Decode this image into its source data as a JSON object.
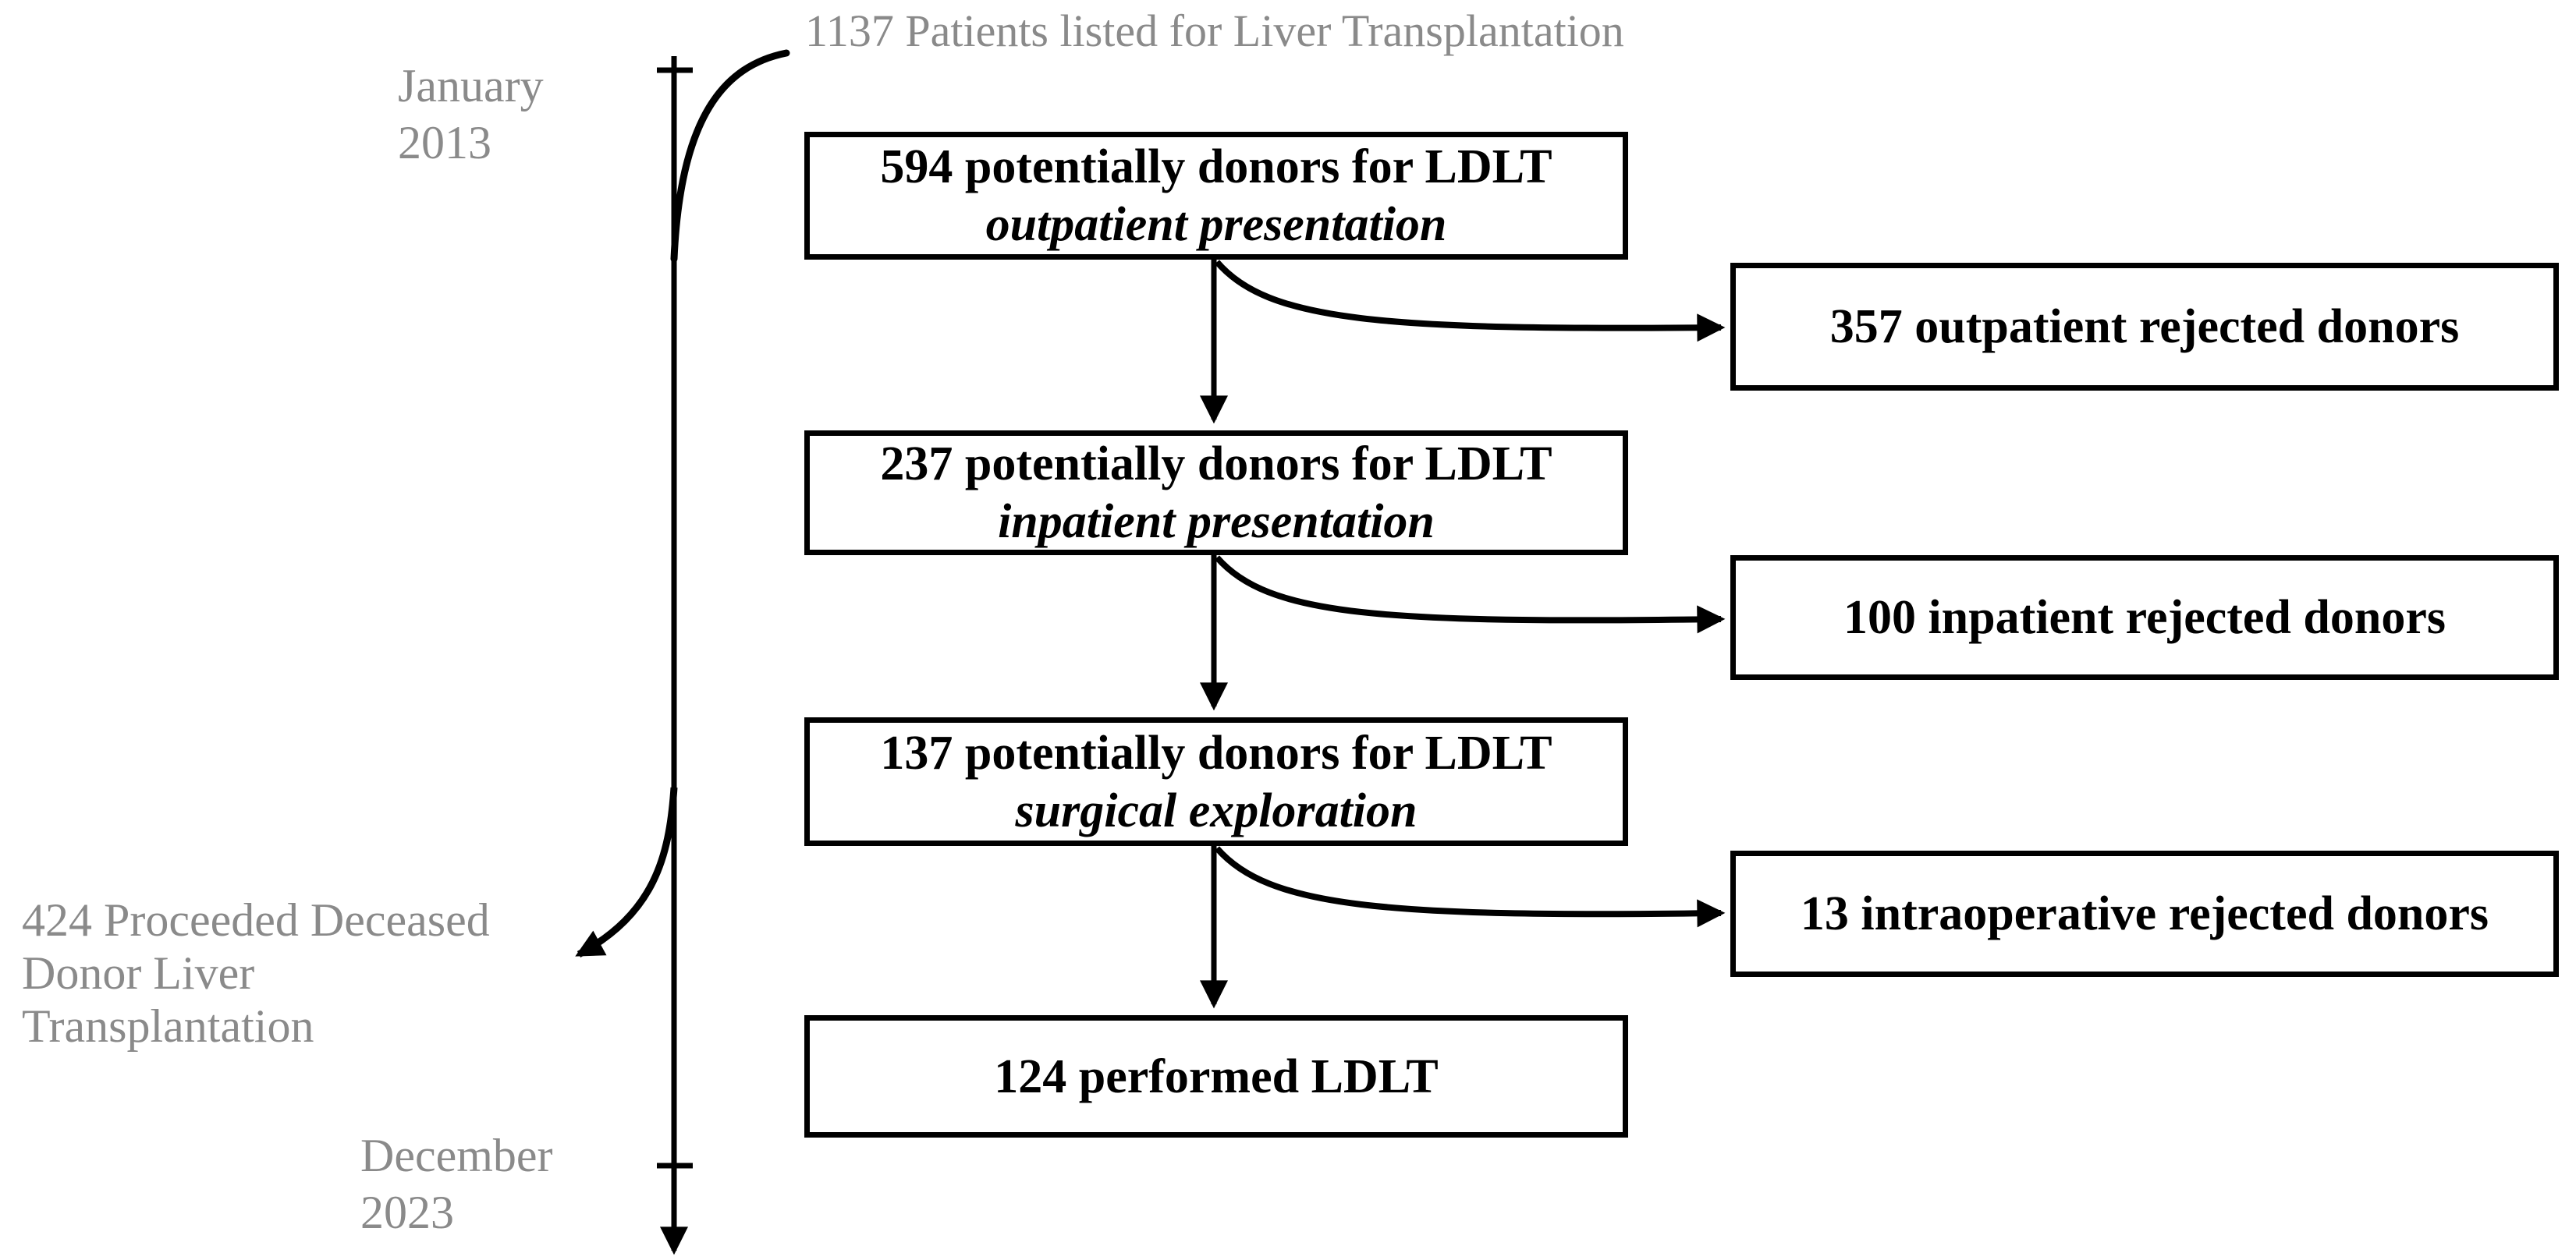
{
  "figure": {
    "background": "#ffffff",
    "line_color": "#000000",
    "annotation_color": "#8a8a8a"
  },
  "timeline": {
    "listed_label": "1137 Patients listed for Liver Transplantation",
    "start": {
      "line1": "January",
      "line2": "2013"
    },
    "end": {
      "line1": "December",
      "line2": "2023"
    },
    "ddlt": {
      "line1": "424 Proceeded Deceased",
      "line2": "Donor Liver",
      "line3": "Transplantation"
    }
  },
  "flow": {
    "boxes": [
      {
        "title": "594 potentially donors for LDLT",
        "subtitle": "outpatient presentation"
      },
      {
        "title": "237 potentially donors for LDLT",
        "subtitle": "inpatient presentation"
      },
      {
        "title": "137 potentially donors for LDLT",
        "subtitle": "surgical exploration"
      },
      {
        "title": "124 performed LDLT"
      }
    ],
    "rejected": [
      {
        "label": "357 outpatient rejected donors"
      },
      {
        "label": "100 inpatient rejected donors"
      },
      {
        "label": "13 intraoperative rejected donors"
      }
    ]
  }
}
